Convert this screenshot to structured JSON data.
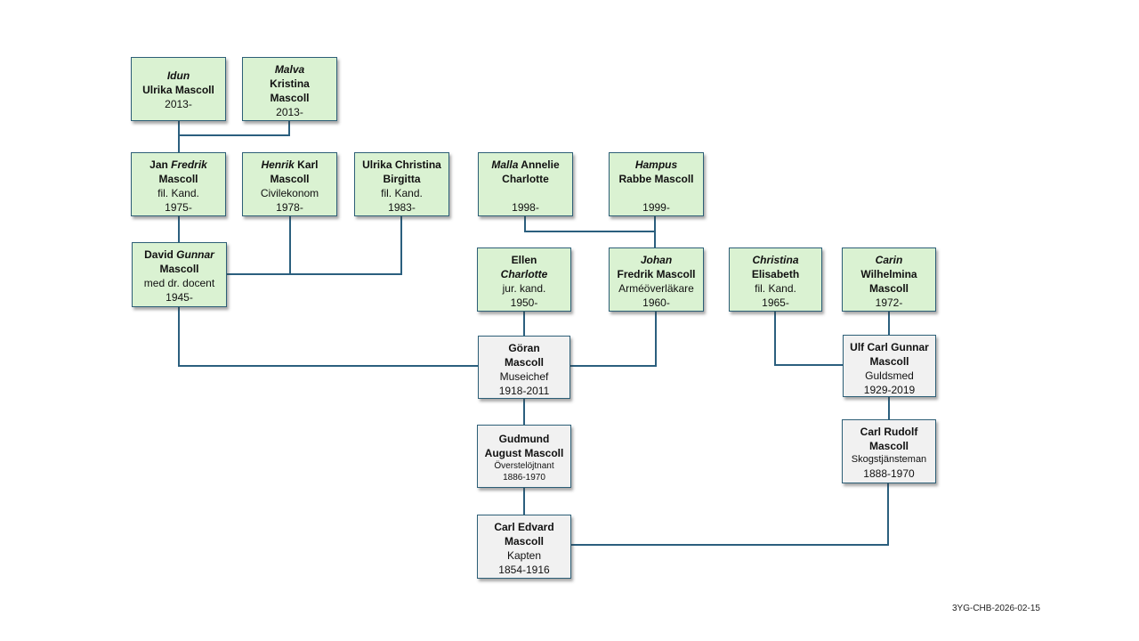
{
  "colors": {
    "descendant_box": "#daf2d2",
    "ancestor_box": "#f1f1f1",
    "border": "#2d5f77",
    "connector": "#2b5f7e"
  },
  "people": {
    "idun": {
      "given_italic": "Idun",
      "name_rest": "Ulrika Mascoll",
      "title": "",
      "years": "2013-"
    },
    "malva": {
      "given_italic": "Malva",
      "name_line2": "Kristina",
      "name_line3": "Mascoll",
      "years": "2013-"
    },
    "jan": {
      "name_pre": "Jan",
      "given_italic": "Fredrik",
      "name_line2": "Mascoll",
      "title": "fil. Kand.",
      "years": "1975-"
    },
    "henrik": {
      "given_italic": "Henrik",
      "name_post": "Karl",
      "name_line2": "Mascoll",
      "title": "Civilekonom",
      "years": "1978-"
    },
    "ulrika": {
      "name_line1": "Ulrika Christina",
      "name_line2": "Birgitta",
      "title": "fil. Kand.",
      "years": "1983-"
    },
    "david": {
      "name_pre": "David",
      "given_italic": "Gunnar",
      "name_line2": "Mascoll",
      "title": "med dr. docent",
      "years": "1945-"
    },
    "malla": {
      "given_italic": "Malla",
      "name_post": "Annelie",
      "name_line2": "Charlotte",
      "years": "1998-"
    },
    "hampus": {
      "given_italic": "Hampus",
      "name_line2": "Rabbe Mascoll",
      "years": "1999-"
    },
    "ellen": {
      "name_line1": "Ellen",
      "given_italic": "Charlotte",
      "title": "jur. kand.",
      "years": "1950-"
    },
    "johan": {
      "given_italic": "Johan",
      "name_line2": "Fredrik Mascoll",
      "title": "Arméöverläkare",
      "years": "1960-"
    },
    "christina": {
      "given_italic": "Christina",
      "name_line2": "Elisabeth",
      "title": "fil. Kand.",
      "years": "1965-"
    },
    "carin": {
      "given_italic": "Carin",
      "name_line2": "Wilhelmina",
      "name_line3": "Mascoll",
      "years": "1972-"
    },
    "goran": {
      "name_line1": "Göran",
      "name_line2": "Mascoll",
      "title": "Museichef",
      "years": "1918-2011"
    },
    "ulf": {
      "name_line1": "Ulf Carl Gunnar",
      "name_line2": "Mascoll",
      "title": "Guldsmed",
      "years": "1929-2019"
    },
    "gudmund": {
      "name_line1": "Gudmund",
      "name_line2": "August Mascoll",
      "title": "Överstelöjtnant",
      "years": "1886-1970"
    },
    "rudolf": {
      "name_line1": "Carl Rudolf",
      "name_line2": "Mascoll",
      "title": "Skogstjänsteman",
      "years": "1888-1970"
    },
    "edvard": {
      "name_line1": "Carl Edvard",
      "name_line2": "Mascoll",
      "title": "Kapten",
      "years": "1854-1916"
    }
  },
  "footer": {
    "doc_id": "3YG-CHB-2026-02-15"
  }
}
